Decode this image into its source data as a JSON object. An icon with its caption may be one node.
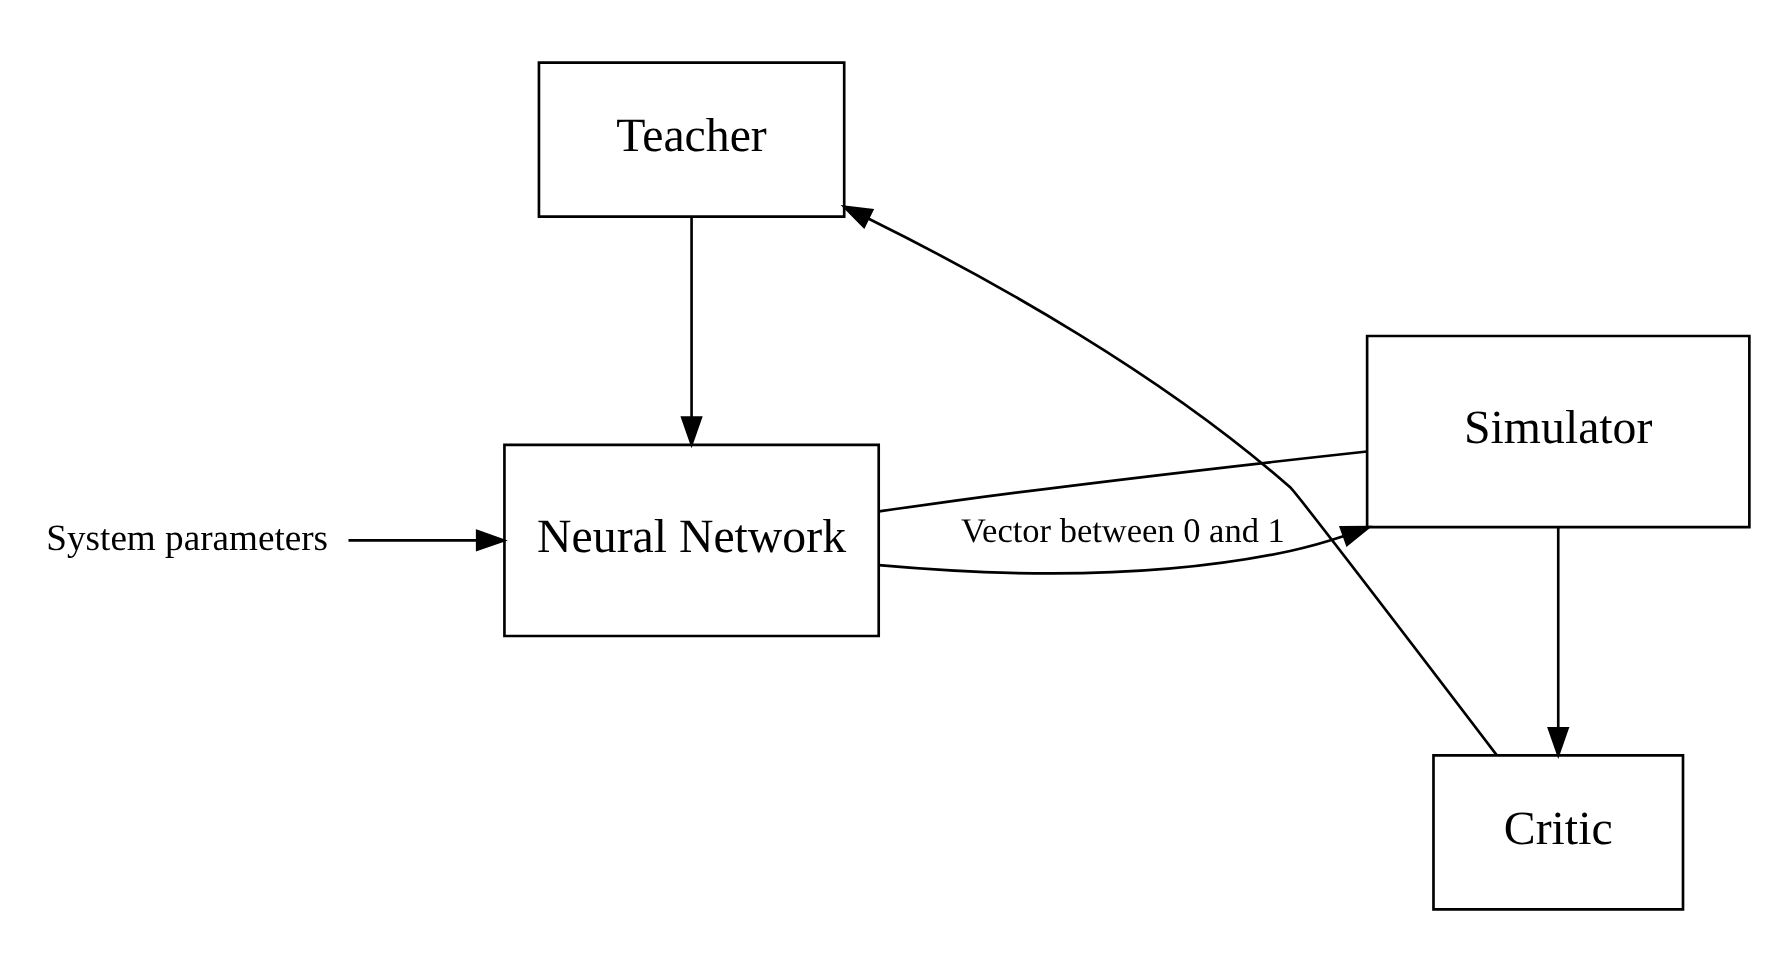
{
  "diagram": {
    "nodes": [
      {
        "text": [
          "System parameters"
        ]
      },
      {
        "text": [
          "Neural Network"
        ]
      },
      {
        "text": [
          "Simulator"
        ]
      },
      {
        "text": [
          "Critic"
        ]
      },
      {
        "text": [
          "Teacher"
        ]
      }
    ],
    "edges": [
      {
        "from": 0,
        "to": 1,
        "arrow": "to"
      },
      {
        "from": 1,
        "to": 2,
        "arrow": "to",
        "label": "Vector between 0 and 1"
      },
      {
        "from": 1,
        "to": 2,
        "arrow": "none"
      },
      {
        "from": 2,
        "to": 3,
        "arrow": "to"
      },
      {
        "from": 3,
        "to": 4,
        "arrow": "to"
      },
      {
        "from": 4,
        "to": 1,
        "arrow": "to"
      }
    ]
  }
}
